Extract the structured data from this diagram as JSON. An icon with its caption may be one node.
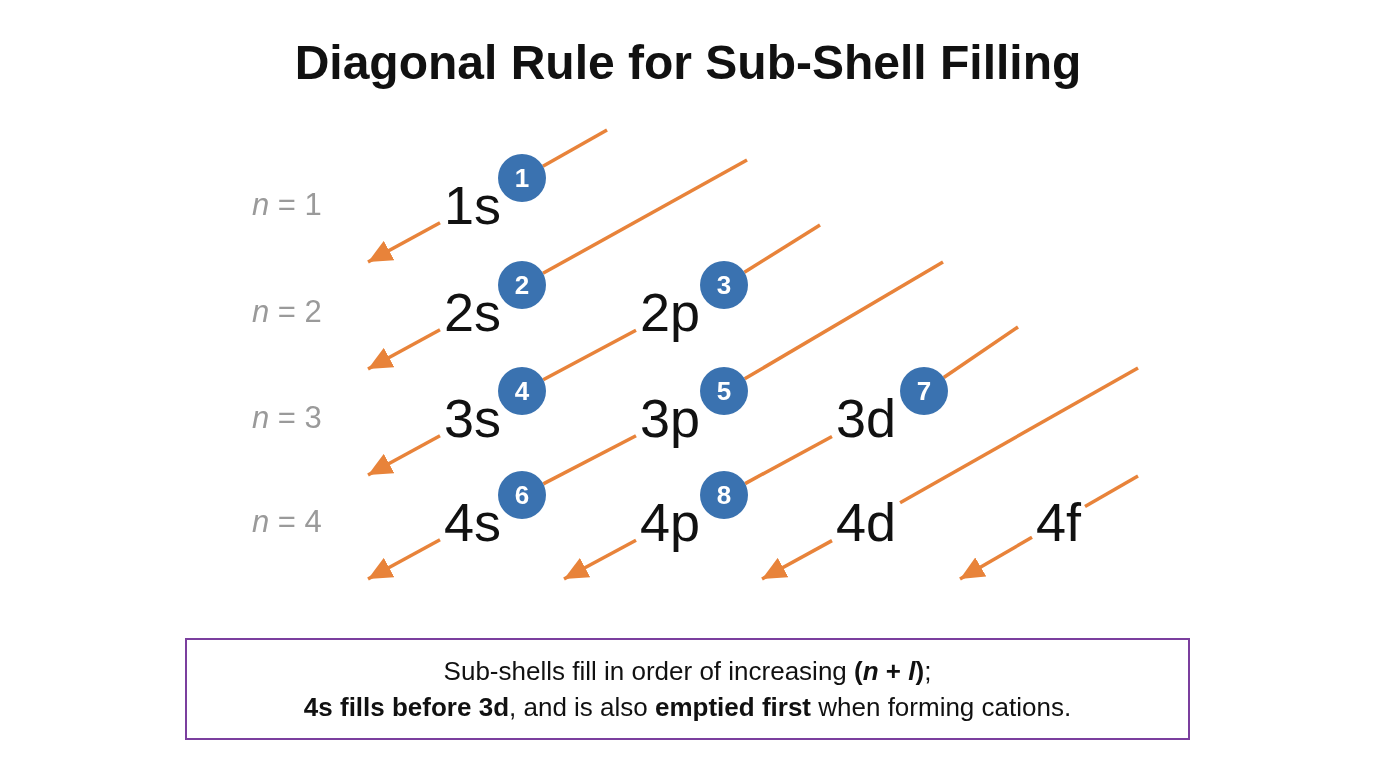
{
  "diagram": {
    "title": "Diagonal Rule for Sub-Shell Filling",
    "nodes": [
      {
        "text": [
          "1s"
        ]
      },
      {
        "text": [
          "1"
        ]
      },
      {
        "text": [
          "2s"
        ]
      },
      {
        "text": [
          "2"
        ]
      },
      {
        "text": [
          "2p"
        ]
      },
      {
        "text": [
          "3"
        ]
      },
      {
        "text": [
          "3s"
        ]
      },
      {
        "text": [
          "4"
        ]
      },
      {
        "text": [
          "3p"
        ]
      },
      {
        "text": [
          "5"
        ]
      },
      {
        "text": [
          "3d"
        ]
      },
      {
        "text": [
          "7"
        ]
      },
      {
        "text": [
          "4s"
        ]
      },
      {
        "text": [
          "6"
        ]
      },
      {
        "text": [
          "4p"
        ]
      },
      {
        "text": [
          "8"
        ]
      },
      {
        "text": [
          "4d"
        ]
      },
      {
        "text": [
          "4f"
        ]
      },
      {
        "text": [
          "Sub-shells fill in order of increasing **(*n* + *l*)**;",
          "**4s fills before 3d**, and is also **emptied first** when forming cations."
        ]
      }
    ],
    "edges": [
      {
        "from": null,
        "to": 1,
        "arrow": "none"
      },
      {
        "from": 0,
        "to": null,
        "arrow": "to"
      },
      {
        "from": null,
        "to": 3,
        "arrow": "none"
      },
      {
        "from": 2,
        "to": null,
        "arrow": "to"
      },
      {
        "from": null,
        "to": 5,
        "arrow": "none"
      },
      {
        "from": 4,
        "to": 7,
        "arrow": "none"
      },
      {
        "from": 6,
        "to": null,
        "arrow": "to"
      },
      {
        "from": null,
        "to": 9,
        "arrow": "none"
      },
      {
        "from": 8,
        "to": 13,
        "arrow": "none"
      },
      {
        "from": 12,
        "to": null,
        "arrow": "to"
      },
      {
        "from": null,
        "to": 11,
        "arrow": "none"
      },
      {
        "from": 10,
        "to": 15,
        "arrow": "none"
      },
      {
        "from": 14,
        "to": null,
        "arrow": "to"
      },
      {
        "from": null,
        "to": 16,
        "arrow": "none"
      },
      {
        "from": 16,
        "to": null,
        "arrow": "to"
      },
      {
        "from": null,
        "to": 17,
        "arrow": "none"
      },
      {
        "from": 17,
        "to": null,
        "arrow": "to"
      }
    ],
    "labels": [
      "*n* = 1",
      "*n* = 2",
      "*n* = 3",
      "*n* = 4"
    ]
  }
}
